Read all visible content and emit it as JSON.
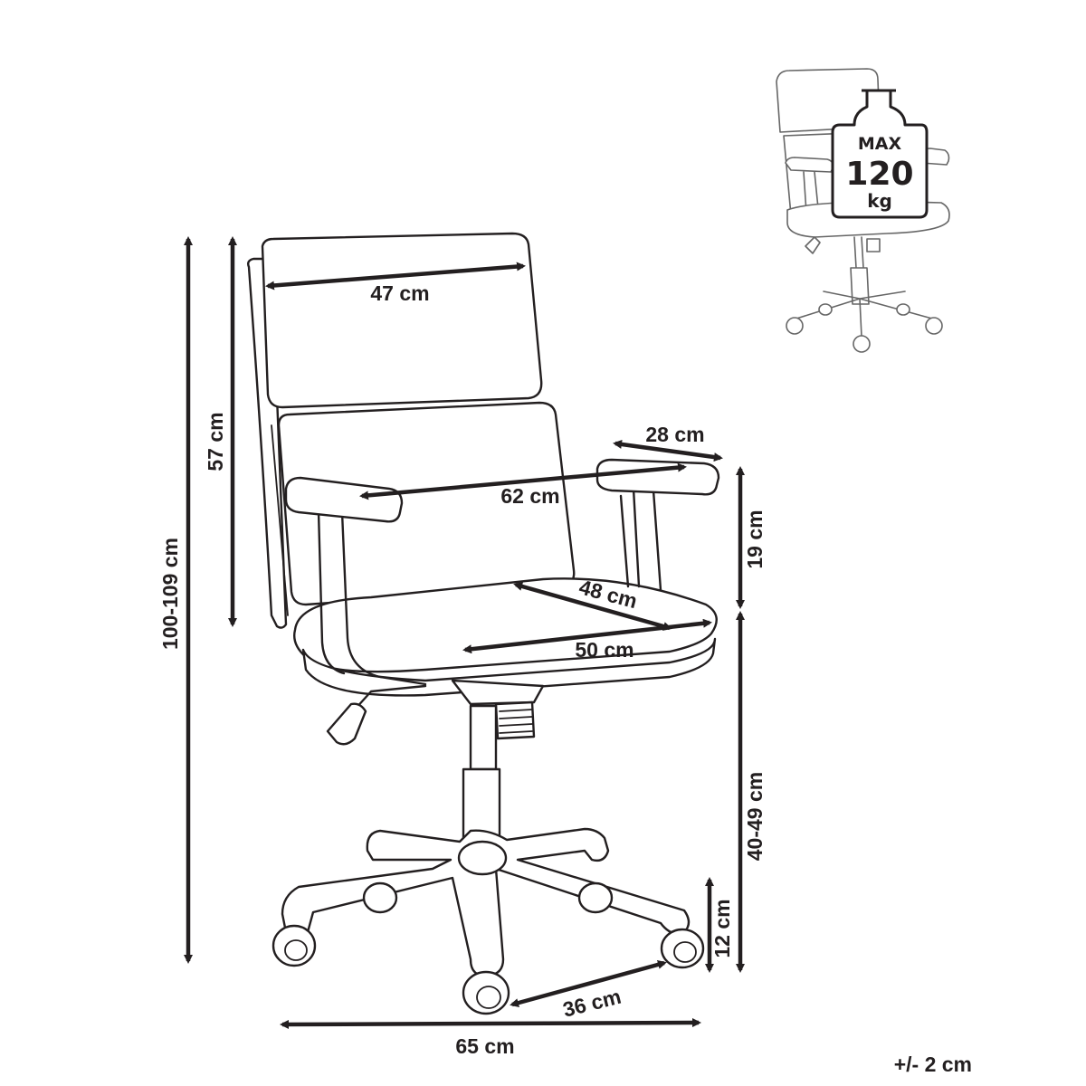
{
  "dimensions": {
    "backrest_width": "47 cm",
    "overall_width_arms": "62 cm",
    "armrest_length": "28 cm",
    "arm_height": "19 cm",
    "seat_depth": "48 cm",
    "seat_width": "50 cm",
    "backrest_height": "57 cm",
    "total_height": "100-109 cm",
    "seat_height": "40-49 cm",
    "base_height": "12 cm",
    "leg_length": "36 cm",
    "base_width": "65 cm"
  },
  "max_load": {
    "top": "MAX",
    "value": "120",
    "unit": "kg"
  },
  "tolerance": "+/- 2 cm"
}
